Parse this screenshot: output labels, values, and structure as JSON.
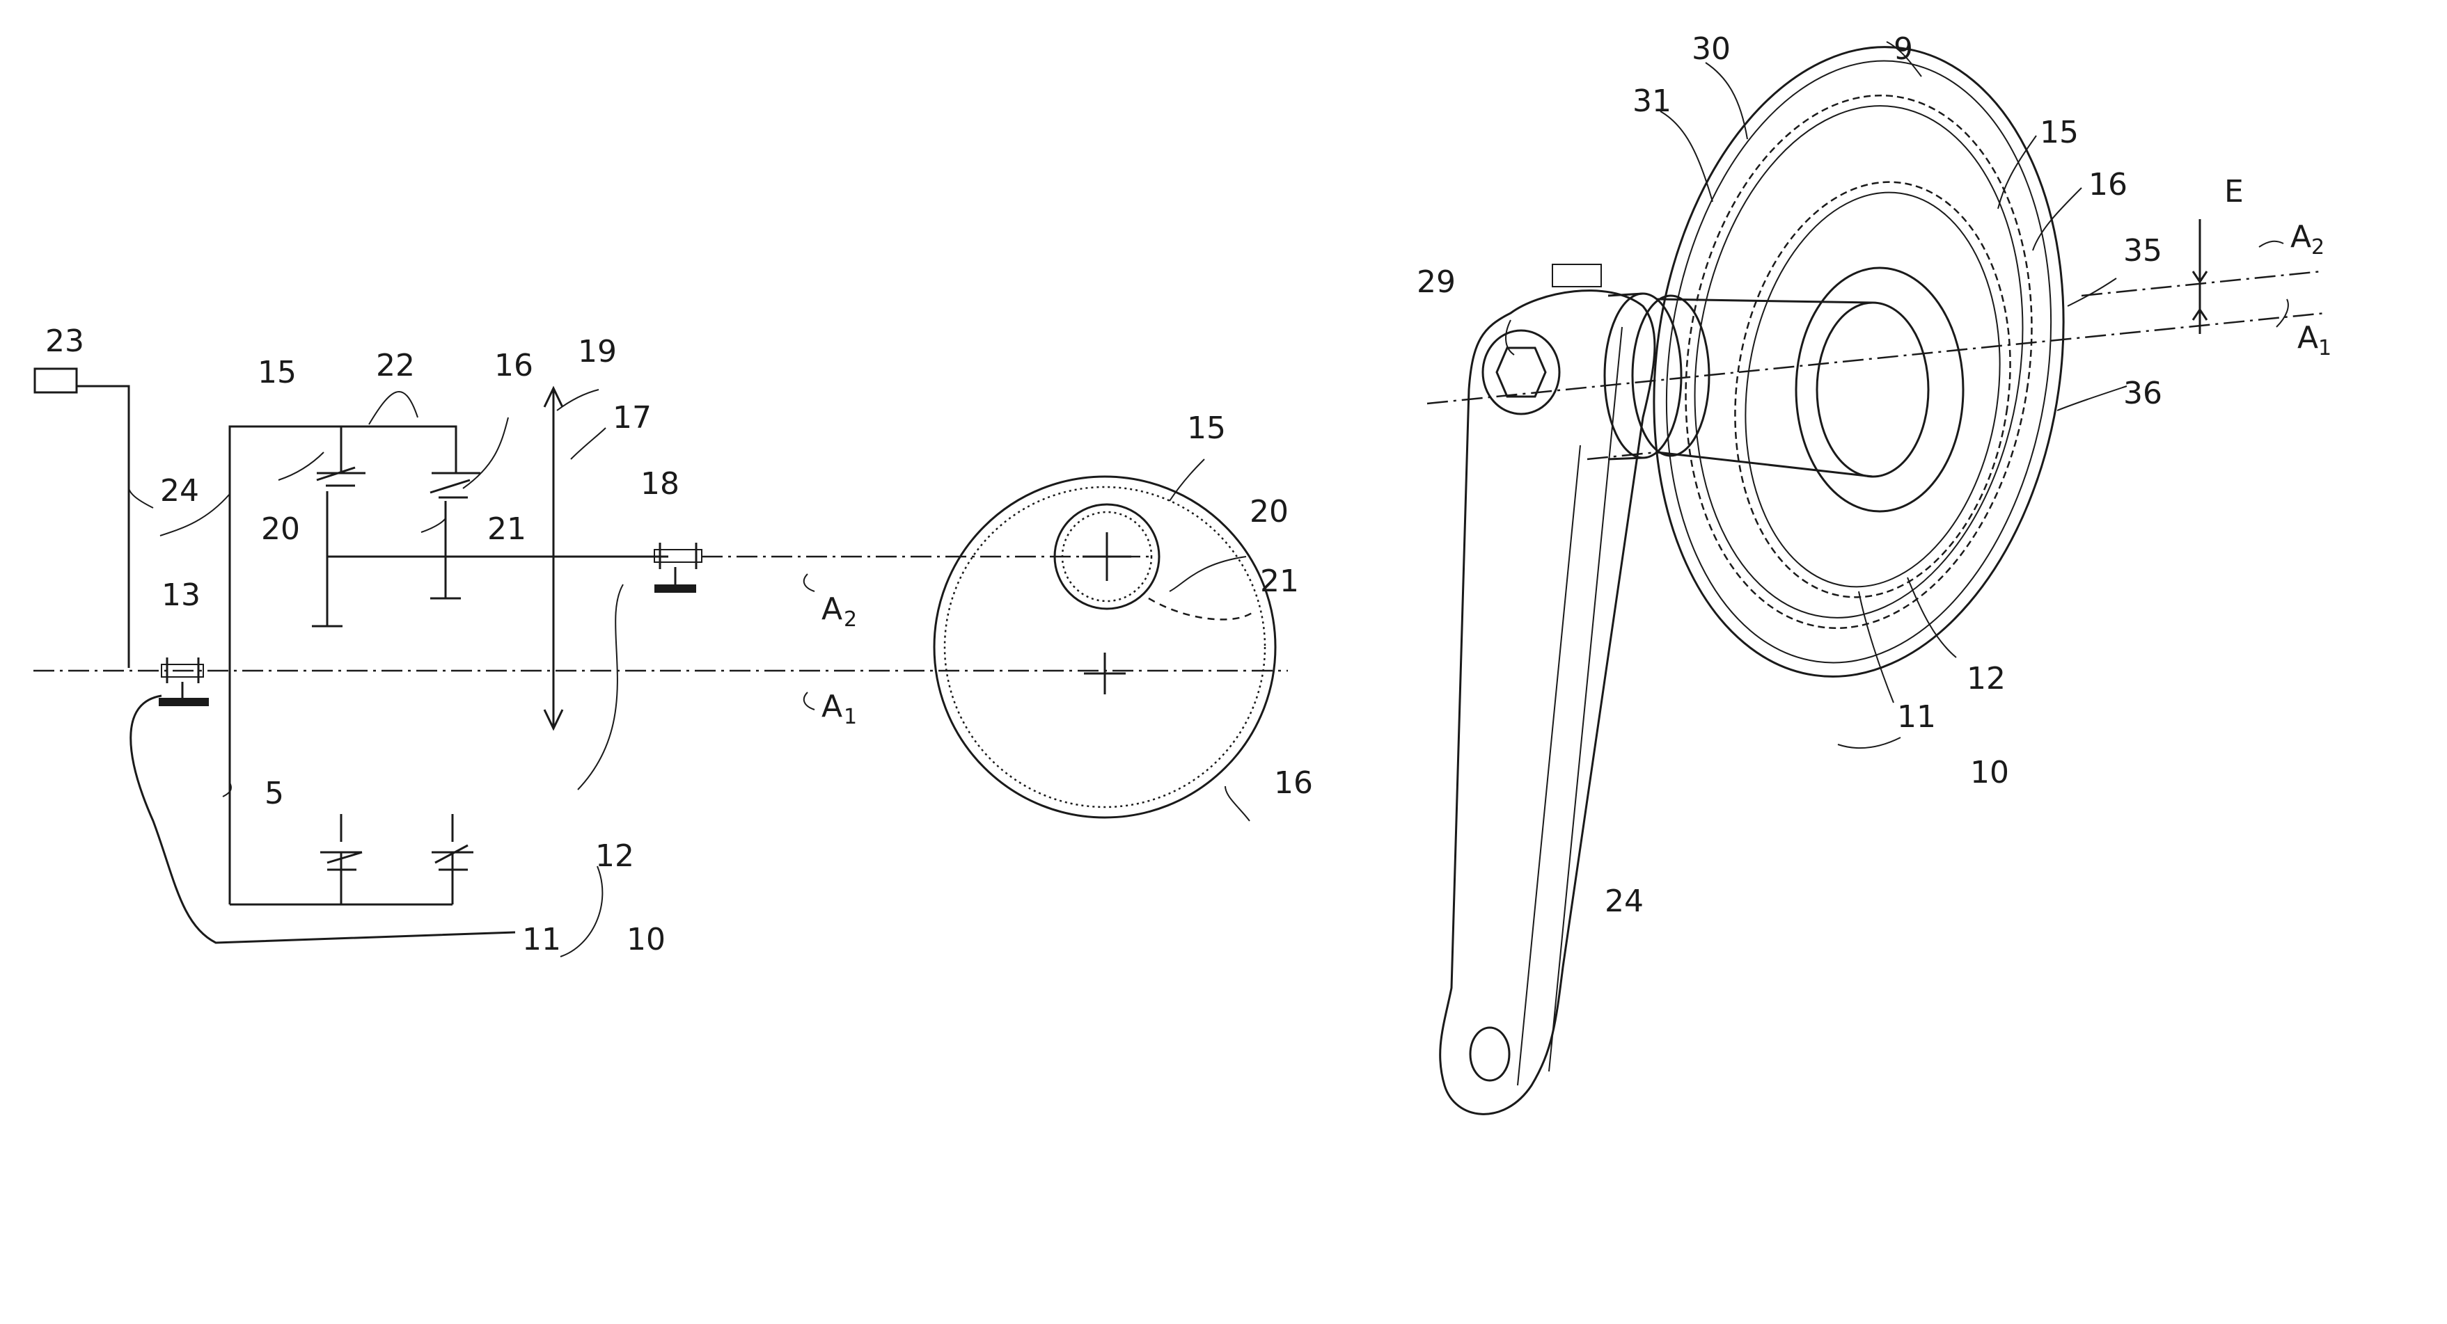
{
  "labels": {
    "l23": "23",
    "l24": "24",
    "l13": "13",
    "l5": "5",
    "l15": "15",
    "l22": "22",
    "l16": "16",
    "l19": "19",
    "l17": "17",
    "l18": "18",
    "l20": "20",
    "l21": "21",
    "l12": "12",
    "l11": "11",
    "l10": "10",
    "a2": "A",
    "a2sub": "2",
    "a1": "A",
    "a1sub": "1",
    "c15": "15",
    "c20": "20",
    "c21": "21",
    "c16": "16",
    "p9": "9",
    "p30": "30",
    "p31": "31",
    "p15": "15",
    "p16": "16",
    "pE": "E",
    "pa2": "A",
    "pa2sub": "2",
    "pa1": "A",
    "pa1sub": "1",
    "p35": "35",
    "p29": "29",
    "p36": "36",
    "p12": "12",
    "p11": "11",
    "p10": "10",
    "p24": "24"
  }
}
